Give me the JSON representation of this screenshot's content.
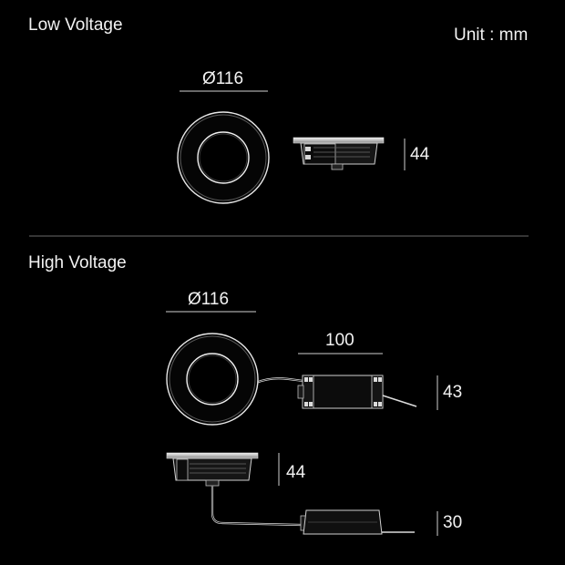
{
  "sections": {
    "low_voltage": {
      "title": "Low Voltage"
    },
    "high_voltage": {
      "title": "High Voltage"
    }
  },
  "unit_label": "Unit : mm",
  "dimensions": {
    "lv_diameter": "Ø116",
    "lv_height": "44",
    "hv_diameter": "Ø116",
    "hv_driver_length": "100",
    "hv_driver_height": "43",
    "hv_body_height": "44",
    "hv_driver_side_height": "30"
  }
}
